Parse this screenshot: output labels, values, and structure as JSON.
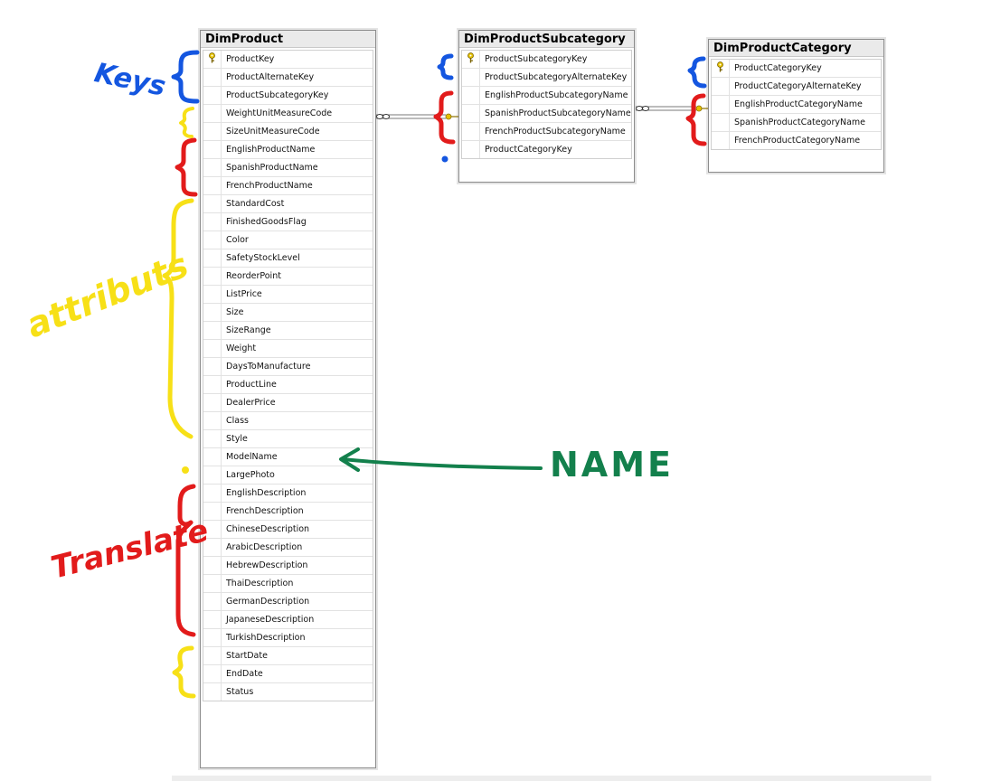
{
  "tables": {
    "dim_product": {
      "title": "DimProduct",
      "columns": [
        "ProductKey",
        "ProductAlternateKey",
        "ProductSubcategoryKey",
        "WeightUnitMeasureCode",
        "SizeUnitMeasureCode",
        "EnglishProductName",
        "SpanishProductName",
        "FrenchProductName",
        "StandardCost",
        "FinishedGoodsFlag",
        "Color",
        "SafetyStockLevel",
        "ReorderPoint",
        "ListPrice",
        "Size",
        "SizeRange",
        "Weight",
        "DaysToManufacture",
        "ProductLine",
        "DealerPrice",
        "Class",
        "Style",
        "ModelName",
        "LargePhoto",
        "EnglishDescription",
        "FrenchDescription",
        "ChineseDescription",
        "ArabicDescription",
        "HebrewDescription",
        "ThaiDescription",
        "GermanDescription",
        "JapaneseDescription",
        "TurkishDescription",
        "StartDate",
        "EndDate",
        "Status"
      ]
    },
    "dim_product_subcategory": {
      "title": "DimProductSubcategory",
      "columns": [
        "ProductSubcategoryKey",
        "ProductSubcategoryAlternateKey",
        "EnglishProductSubcategoryName",
        "SpanishProductSubcategoryName",
        "FrenchProductSubcategoryName",
        "ProductCategoryKey"
      ]
    },
    "dim_product_category": {
      "title": "DimProductCategory",
      "columns": [
        "ProductCategoryKey",
        "ProductCategoryAlternateKey",
        "EnglishProductCategoryName",
        "SpanishProductCategoryName",
        "FrenchProductCategoryName"
      ]
    }
  },
  "annotations": {
    "keys_label": "Keys",
    "attributes_label": "attributs",
    "translate_label": "Translate",
    "name_label": "NAME"
  },
  "colors": {
    "blue": "#1456e0",
    "yellow": "#f7e017",
    "red": "#e21b1b",
    "green": "#13804c",
    "key_icon": "#d4a017"
  },
  "icons": {
    "primary_key": "key-icon"
  }
}
